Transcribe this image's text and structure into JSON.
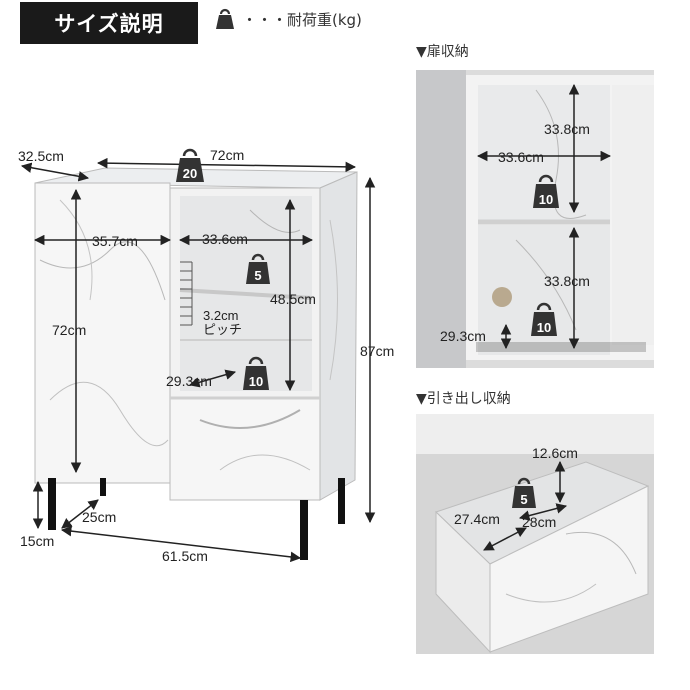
{
  "header": {
    "title": "サイズ説明",
    "legend_text": "・・・耐荷重(kg)"
  },
  "main_diagram": {
    "depth": "32.5cm",
    "width": "72cm",
    "top_load": "20",
    "door_width": "35.7cm",
    "door_height": "72cm",
    "shelf_width": "33.6cm",
    "shelf_load": "5",
    "inner_height": "48.5cm",
    "pitch": "3.2cm",
    "pitch_label": "ピッチ",
    "bottom_depth": "29.3cm",
    "bottom_load": "10",
    "total_height": "87cm",
    "leg_depth": "25cm",
    "leg_height": "15cm",
    "leg_width": "61.5cm"
  },
  "door_storage": {
    "label": "▼扉収納",
    "upper_height": "33.8cm",
    "width": "33.6cm",
    "upper_load": "10",
    "lower_height": "33.8cm",
    "lower_load": "10",
    "depth": "29.3cm"
  },
  "drawer_storage": {
    "label": "▼引き出し収納",
    "height": "12.6cm",
    "load": "5",
    "depth": "27.4cm",
    "width": "28cm"
  }
}
